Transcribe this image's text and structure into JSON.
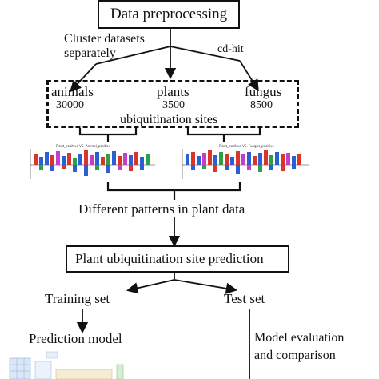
{
  "steps": {
    "preprocess": "Data preprocessing",
    "cluster": "Cluster datasets\nseparately",
    "cdhit": "cd-hit",
    "patterns": "Different patterns in plant data",
    "prediction": "Plant ubiquitination site prediction",
    "training": "Training set",
    "test": "Test set",
    "model": "Prediction model",
    "evaluation": "Model evaluation\nand comparison"
  },
  "datasets": {
    "items": [
      {
        "name": "animals",
        "count": "30000"
      },
      {
        "name": "plants",
        "count": "3500"
      },
      {
        "name": "fungus",
        "count": "8500"
      }
    ],
    "caption": "ubiquitination sites"
  },
  "logos": [
    {
      "title": "Plant_positive VS. Animal_positive"
    },
    {
      "title": "Plant_positive VS. Fungus_positive"
    }
  ],
  "colors": {
    "line": "#111111",
    "logo_red": "#d9362b",
    "logo_blue": "#2c5fd6",
    "logo_green": "#2f9e44",
    "logo_magenta": "#c43fc7"
  }
}
